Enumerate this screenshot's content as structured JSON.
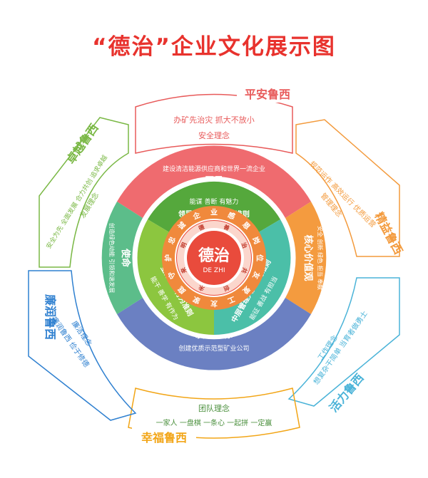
{
  "title": "“德治”企业文化展示图",
  "center": {
    "main": "德治",
    "sub": "DE ZHI"
  },
  "center_ring_words": [
    "明",
    "德",
    "善",
    "治",
    "共",
    "创",
    "未",
    "来"
  ],
  "inner_ring_words": [
    "忠",
    "诚",
    "企",
    "业",
    "感",
    "恩",
    "岗",
    "位",
    "友",
    "爱",
    "工",
    "友",
    "家",
    "庭",
    "守",
    "护"
  ],
  "middle_ring": {
    "leader": {
      "title": "领导班子成员行为准则",
      "values": "能谋  善断  有魅力"
    },
    "manager": {
      "title": "中层管理人员行为准则",
      "values": "能征  善战  有担当"
    },
    "staff": {
      "title": "全体员工行为准则",
      "values": "能干  善学  有作为"
    }
  },
  "core_ring": {
    "vision": {
      "title": "愿景",
      "text": "建设清洁能源供应商和世界一流企业"
    },
    "core_values": {
      "title": "核心价值观",
      "text": "安全  创新  绿色  担当  奉献"
    },
    "goal": {
      "title": "发展目标",
      "text": "创建优质示范型矿业公司"
    },
    "mission": {
      "title": "使命",
      "text": "创造绿色动能  引领和谐发展"
    }
  },
  "outer_boxes": {
    "pingan": {
      "title": "平安鲁西",
      "line1": "办矿先治灾  抓大不放小",
      "line2": "安全理念"
    },
    "jingyi": {
      "title": "精益鲁西",
      "line1": "规范运作  高效运行  优质运营",
      "line2": "管理理念"
    },
    "huoli": {
      "title": "活力鲁西",
      "line1": "想复杂干简单  当育者做勇士",
      "line2": "工作理念"
    },
    "xingfu": {
      "title": "幸福鲁西",
      "line1": "团队理念",
      "line2": "一家人  一盘棋  一条心  一起拼  一定赢"
    },
    "lianrun": {
      "title": "廉润鲁西",
      "line1": "廉洁理念",
      "line2": "廉润鲁西  俭于修德"
    },
    "zhuoyue": {
      "title": "卓越鲁西",
      "line1": "安全为先  全面发展  合力共创  追求卓越",
      "line2": "发展理念"
    }
  },
  "colors": {
    "title": "#e8322d",
    "pingan": "#e85a5a",
    "jingyi": "#f39a3c",
    "huoli": "#4ab3d8",
    "xingfu": "#f2a516",
    "lianrun": "#2f80d0",
    "zhuoyue": "#7ab845",
    "vision": "#ef6b6f",
    "core_values": "#f49b3f",
    "goal": "#6b80c2",
    "mission": "#5cbd8a",
    "inner_ring": "#f0893c",
    "center": "#e94b3c"
  }
}
